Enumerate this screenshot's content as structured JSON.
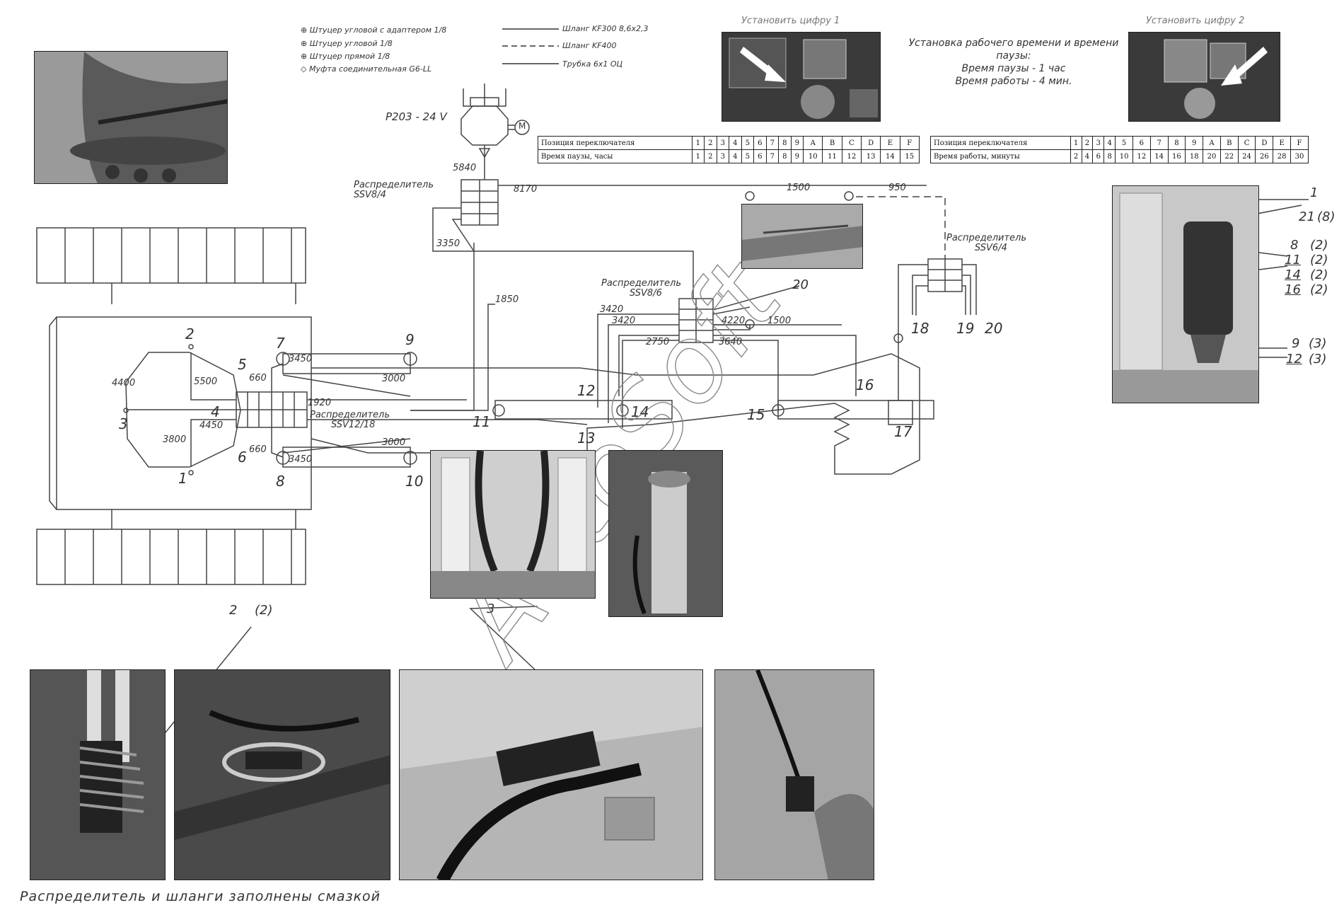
{
  "legend": [
    {
      "symbol": "⊕",
      "label": "Штуцер угловой с адаптером 1/8"
    },
    {
      "symbol": "⊕",
      "label": "Штуцер угловой 1/8"
    },
    {
      "symbol": "⊕",
      "label": "Штуцер прямой 1/8"
    },
    {
      "symbol": "◇",
      "label": "Муфта соединительная G6-LL"
    }
  ],
  "line_legend": [
    {
      "style": "solid",
      "label": "Шланг KF300 8,6х2,3"
    },
    {
      "style": "dashed",
      "label": "Шланг KF400"
    },
    {
      "style": "solid",
      "label": "Трубка 6х1 ОЦ"
    }
  ],
  "pump": {
    "label": "P203 - 24 V",
    "motor": "M"
  },
  "setting": {
    "digit1": "Установить цифру 1",
    "digit2": "Установить цифру 2",
    "title_line1": "Установка рабочего времени и времени",
    "title_line2": "паузы:",
    "pause": "Время паузы - 1 час",
    "work": "Время работы - 4 мин."
  },
  "pause_table": {
    "row1_label": "Позиция переключателя",
    "row2_label": "Время паузы, часы",
    "positions": [
      "1",
      "2",
      "3",
      "4",
      "5",
      "6",
      "7",
      "8",
      "9",
      "A",
      "B",
      "C",
      "D",
      "E",
      "F"
    ],
    "values": [
      "1",
      "2",
      "3",
      "4",
      "5",
      "6",
      "7",
      "8",
      "9",
      "10",
      "11",
      "12",
      "13",
      "14",
      "15"
    ]
  },
  "work_table": {
    "row1_label": "Позиция переключателя",
    "row2_label": "Время работы, минуты",
    "positions": [
      "1",
      "2",
      "3",
      "4",
      "5",
      "6",
      "7",
      "8",
      "9",
      "A",
      "B",
      "C",
      "D",
      "E",
      "F"
    ],
    "values": [
      "2",
      "4",
      "6",
      "8",
      "10",
      "12",
      "14",
      "16",
      "18",
      "20",
      "22",
      "24",
      "26",
      "28",
      "30"
    ]
  },
  "distributors": {
    "d1": {
      "label": "Распределитель",
      "model": "SSV8/4"
    },
    "d2": {
      "label": "Распределитель",
      "model": "SSV8/6"
    },
    "d3": {
      "label": "Распределитель",
      "model": "SSV6/4"
    },
    "d4": {
      "label": "Распределитель",
      "model": "SSV12/18"
    }
  },
  "lengths": {
    "l5840": "5840",
    "l8170": "8170",
    "l1500a": "1500",
    "l950": "950",
    "l3350": "3350",
    "l1850": "1850",
    "l3420a": "3420",
    "l3420b": "3420",
    "l4220": "4220",
    "l1500b": "1500",
    "l2750": "2750",
    "l3640": "3640",
    "l4400": "4400",
    "l5500": "5500",
    "l660a": "660",
    "l3450a": "3450",
    "l3000a": "3000",
    "l1920": "1920",
    "l4450": "4450",
    "l3800": "3800",
    "l660b": "660",
    "l3450b": "3450",
    "l3000b": "3000"
  },
  "points": {
    "p1": "1",
    "p2": "2",
    "p3": "3",
    "p4": "4",
    "p5": "5",
    "p6": "6",
    "p7": "7",
    "p8": "8",
    "p9": "9",
    "p10": "10",
    "p11": "11",
    "p12": "12",
    "p13": "13",
    "p14": "14",
    "p15": "15",
    "p16": "16",
    "p17": "17",
    "p18": "18",
    "p19": "19",
    "p20": "20"
  },
  "photo_callouts": {
    "c1": "1",
    "c21": "21",
    "c21q": "(8)",
    "c8": "8",
    "c8q": "(2)",
    "c11": "11",
    "c11q": "(2)",
    "c14": "14",
    "c14q": "(2)",
    "c16": "16",
    "c16q": "(2)",
    "c9": "9",
    "c9q": "(3)",
    "c12": "12",
    "c12q": "(3)",
    "c20": "20",
    "c3": "3",
    "c2": "2",
    "c2q": "(2)"
  },
  "footer": "Распределитель и шланги заполнены смазкой",
  "watermark": "AutoSoft"
}
